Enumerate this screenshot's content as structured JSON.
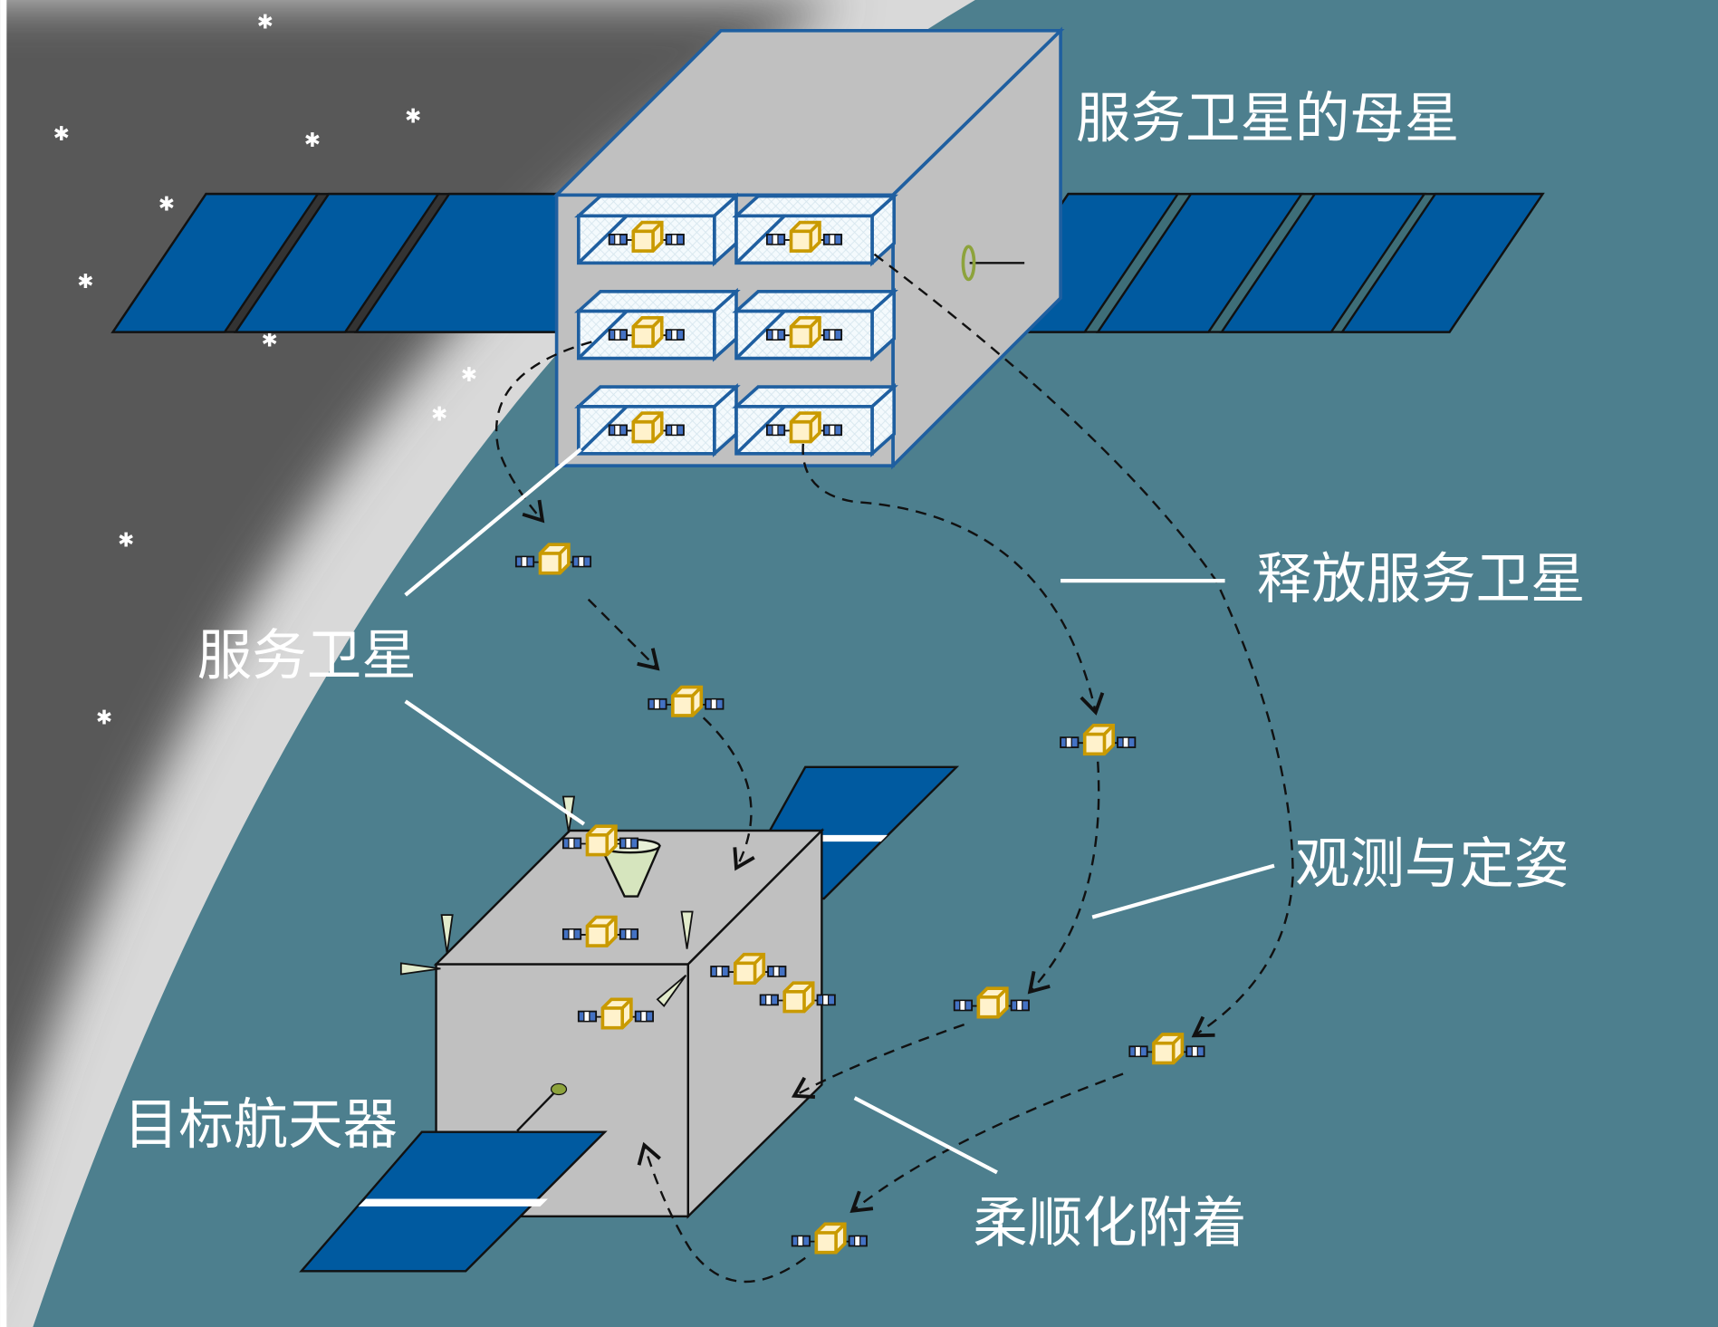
{
  "labels": {
    "mother_satellite": "服务卫星的母星",
    "release": "释放服务卫星",
    "service_satellite": "服务卫星",
    "observe": "观测与定姿",
    "target": "目标航天器",
    "attach": "柔顺化附着"
  },
  "colors": {
    "background": "#4D7F8E",
    "space": "#595959",
    "atmosphere": "#D9D9D9",
    "solar_panel": "#005AA0",
    "body": "#C0C0C0",
    "outline": "#1F5FA0",
    "minisat_fill": "#FFF2CC",
    "minisat_stroke": "#C99A00"
  }
}
